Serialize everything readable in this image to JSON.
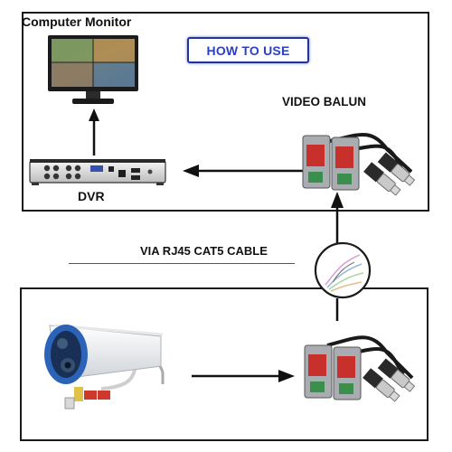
{
  "labels": {
    "computer_monitor": "Computer Monitor",
    "how_to_use": "HOW TO USE",
    "video_balun": "VIDEO BALUN",
    "dvr": "DVR",
    "cable": "VIA RJ45 CAT5 CABLE"
  },
  "colors": {
    "balun_green": "#3a8f4d",
    "balun_red": "#c8302c",
    "camera_blue": "#2b63b8",
    "how_to_use_blue": "#2c3fc8",
    "panel_border": "#1a1a1a"
  },
  "icons": [
    "computer-monitor-icon",
    "dvr-icon",
    "video-balun-icon",
    "cctv-camera-icon",
    "cat5-cable-icon"
  ]
}
